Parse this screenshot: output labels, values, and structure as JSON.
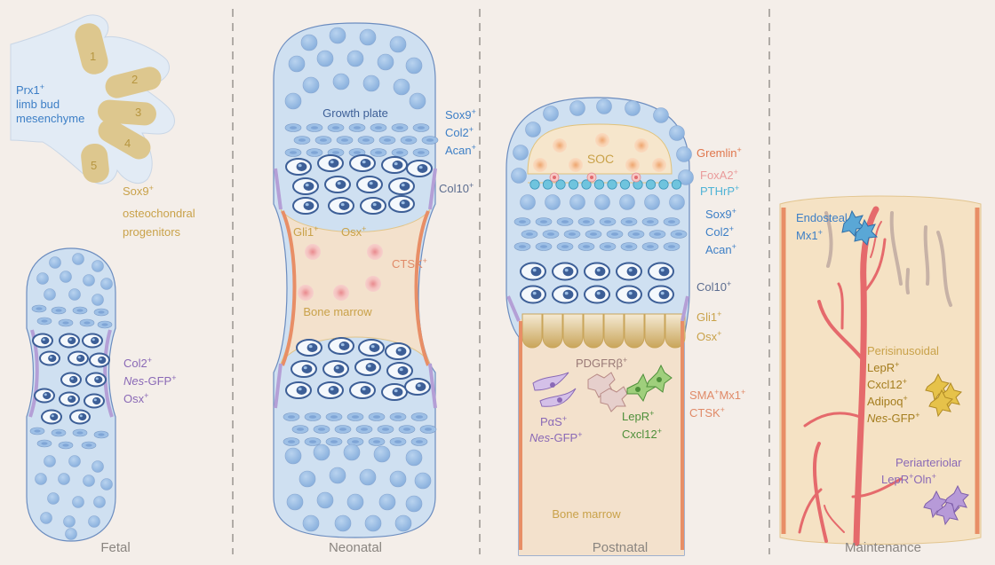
{
  "stages": {
    "fetal": "Fetal",
    "neonatal": "Neonatal",
    "postnatal": "Postnatal",
    "maintenance": "Maintenance"
  },
  "fetal": {
    "limb_label": [
      "Prx1",
      "limb bud",
      "mesenchyme"
    ],
    "digits": [
      "1",
      "2",
      "3",
      "4",
      "5"
    ],
    "progenitor_label": [
      "Sox9",
      "osteochondral",
      "progenitors"
    ],
    "markers": {
      "col2": "Col2",
      "nes": "Nes",
      "gfp": "-GFP",
      "osx": "Osx"
    }
  },
  "neonatal": {
    "growth_plate": "Growth plate",
    "sox9": "Sox9",
    "col2": "Col2",
    "acan": "Acan",
    "col10": "Col10",
    "gli1": "Gli1",
    "osx": "Osx",
    "ctsk": "CTSK",
    "bone_marrow": "Bone marrow"
  },
  "postnatal": {
    "soc": "SOC",
    "gremlin": "Gremlin",
    "foxa2": "FoxA2",
    "pthrp": "PTHrP",
    "sox9": "Sox9",
    "col2": "Col2",
    "acan": "Acan",
    "col10": "Col10",
    "gli1": "Gli1",
    "osx": "Osx",
    "pdgfrb": "PDGFRβ",
    "pas": "PαS",
    "nes": "Nes",
    "gfp": "-GFP",
    "lepr": "LepR",
    "cxcl12": "Cxcl12",
    "sma_mx1": [
      "SMA",
      "Mx1"
    ],
    "ctsk": "CTSK",
    "bone_marrow": "Bone marrow"
  },
  "maintenance": {
    "endosteal": "Endosteal",
    "mx1": "Mx1",
    "perisinusoidal": "Perisinusoidal",
    "lepr": "LepR",
    "cxcl12": "Cxcl12",
    "adipoq": "Adipoq",
    "nes": "Nes",
    "gfp": "-GFP",
    "periarteriolar": "Periarteriolar",
    "lepr_oln": [
      "LepR",
      "Oln"
    ]
  },
  "plus": "+",
  "colors": {
    "background": "#f4eee9",
    "cartilage_fill": "#cfe0f1",
    "cell_fill": "#9ec0e6",
    "cell_nucleus": "#3d5f97",
    "marker_blue": "#3d7fc6",
    "marker_gold": "#c9a24a",
    "marker_purple": "#8a69b6",
    "marker_orange": "#e08a68",
    "marker_green": "#4e8f3a",
    "vessel_red": "#e56a6c",
    "bone_marrow_fill": "#f3e1cc"
  }
}
